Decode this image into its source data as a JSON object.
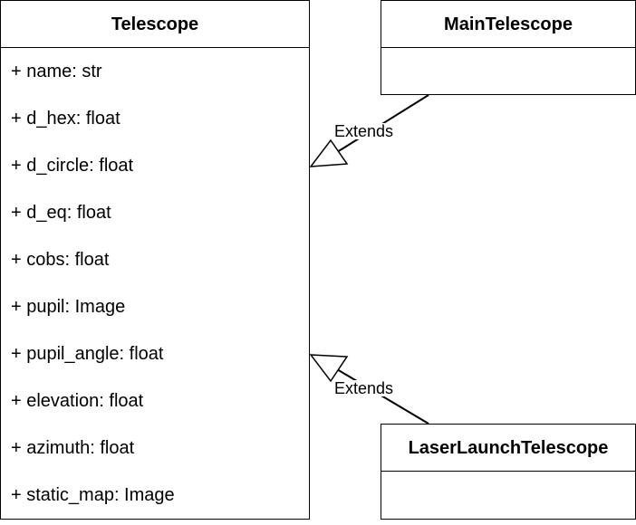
{
  "classes": {
    "telescope": {
      "name": "Telescope",
      "attributes": [
        "+ name: str",
        "+ d_hex: float",
        "+ d_circle: float",
        "+ d_eq: float",
        "+ cobs: float",
        "+ pupil: Image",
        "+ pupil_angle: float",
        "+ elevation: float",
        "+ azimuth: float",
        "+ static_map: Image"
      ]
    },
    "main_telescope": {
      "name": "MainTelescope"
    },
    "laser_launch_telescope": {
      "name": "LaserLaunchTelescope"
    }
  },
  "relations": {
    "main_extends": "Extends",
    "laser_extends": "Extends"
  }
}
